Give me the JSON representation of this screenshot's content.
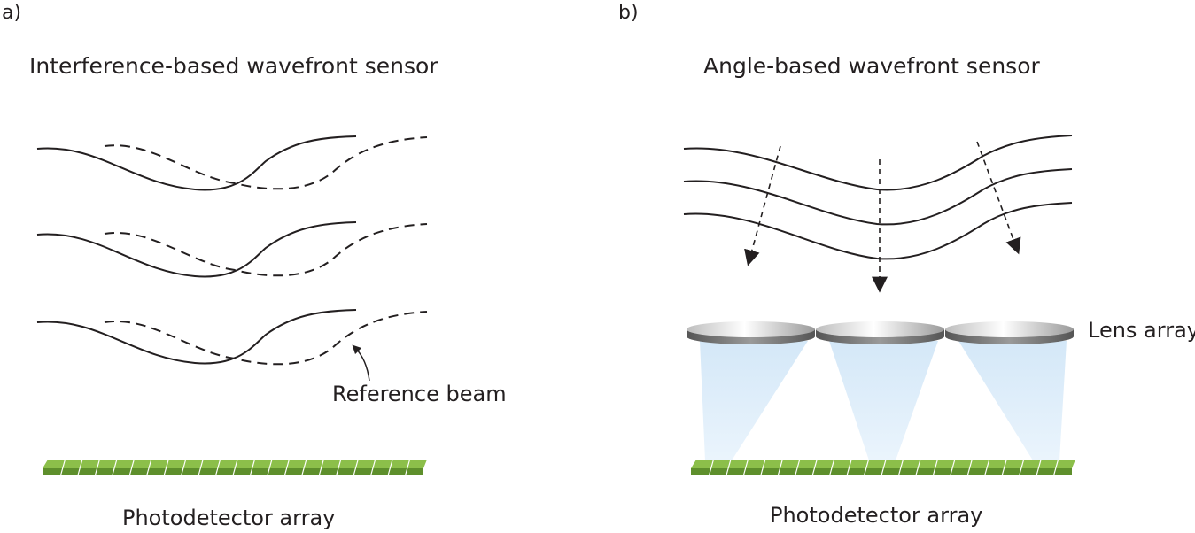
{
  "panel_a": {
    "label": "a)",
    "title": "Interference-based wavefront sensor",
    "reference_label": "Reference beam",
    "detector_label": "Photodetector array"
  },
  "panel_b": {
    "label": "b)",
    "title": "Angle-based wavefront sensor",
    "lens_label": "Lens array",
    "detector_label": "Photodetector array"
  },
  "colors": {
    "stroke": "#231f20",
    "detector_top": "#8cbf4a",
    "detector_side": "#5e8f2c",
    "light_cone": "#d9ecfb",
    "lens_gray": "#8a8a8a"
  }
}
